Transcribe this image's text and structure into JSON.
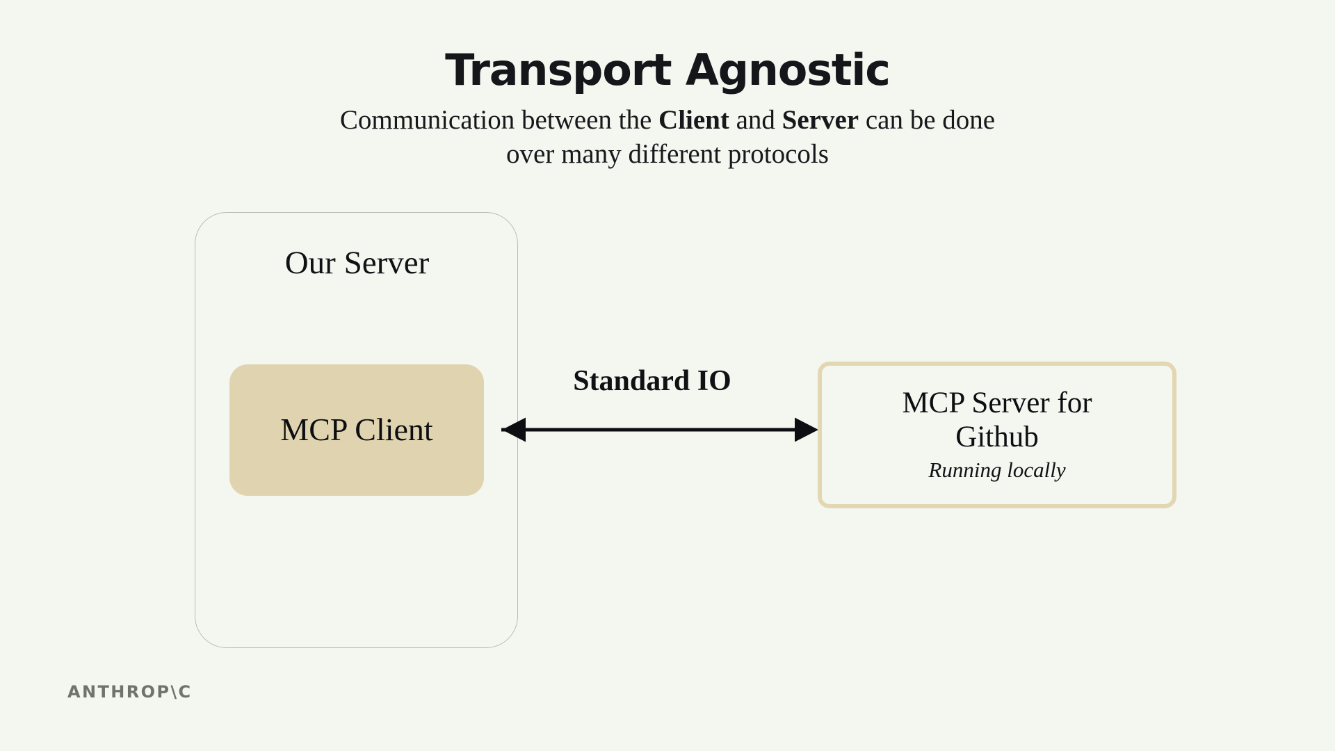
{
  "slide": {
    "background_color": "#F4F6F0",
    "title": "Transport Agnostic",
    "subtitle": {
      "line1_part1": "Communication between the ",
      "line1_bold1": "Client",
      "line1_part2": " and ",
      "line1_bold2": "Server",
      "line1_part3": " can be done",
      "line2": "over many different protocols"
    }
  },
  "diagram": {
    "type": "diagram",
    "server_container": {
      "label": "Our Server",
      "border_color": "#b9bcb2",
      "fill": "transparent"
    },
    "client_box": {
      "label": "MCP Client",
      "fill_color": "#E0D4B0",
      "text_color": "#0d0e11"
    },
    "connector": {
      "label": "Standard IO",
      "direction": "bidirectional",
      "color": "#0d0e11",
      "from": "MCP Client",
      "to": "MCP Server for Github"
    },
    "github_box": {
      "title": "MCP Server for Github",
      "subtitle": "Running locally",
      "border_color": "#E3D6B2",
      "fill": "transparent"
    }
  },
  "brand": {
    "wordmark": "ANTHROP\\C",
    "color": "#6f736a"
  }
}
